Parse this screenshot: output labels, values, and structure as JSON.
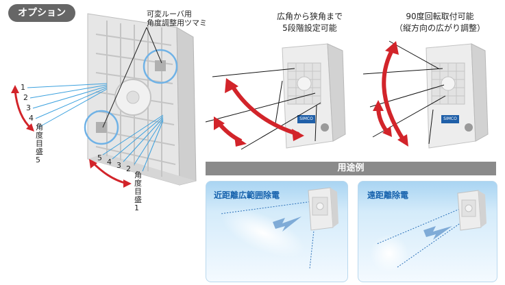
{
  "section_tag": "オプション",
  "louver": {
    "label_line1": "可変ルーバ用",
    "label_line2": "角度調整用ツマミ",
    "scale_left": {
      "numbers": [
        "1",
        "2",
        "3",
        "4"
      ],
      "caption": [
        "角",
        "度",
        "目",
        "盛",
        "5"
      ]
    },
    "scale_bottom": {
      "numbers": [
        "5",
        "4",
        "3",
        "2"
      ],
      "caption": [
        "角",
        "度",
        "目",
        "盛",
        "1"
      ]
    }
  },
  "feature1": {
    "line1": "広角から狭角まで",
    "line2": "5段階設定可能",
    "device_brand": "SIMCO"
  },
  "feature2": {
    "line1": "90度回転取付可能",
    "line2": "（縦方向の広がり調整）",
    "device_brand": "SIMCO"
  },
  "usage": {
    "title": "用途例",
    "cases": [
      {
        "title": "近距離広範囲除電"
      },
      {
        "title": "遠距離除電"
      }
    ]
  }
}
